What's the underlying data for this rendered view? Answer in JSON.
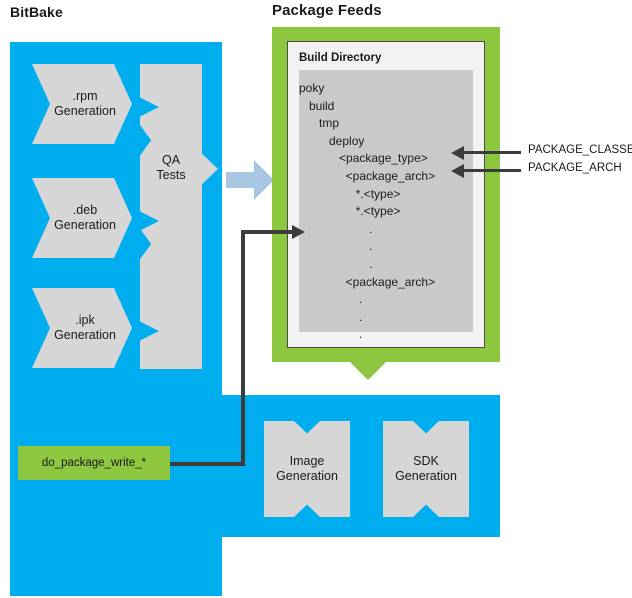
{
  "diagram": {
    "title_left": "BitBake",
    "title_right": "Package Feeds"
  },
  "bitbake": {
    "steps": [
      {
        "id": "rpm",
        "label": "Generation",
        "prefix": ".rpm"
      },
      {
        "id": "deb",
        "label": "Generation",
        "prefix": ".deb"
      },
      {
        "id": "ipk",
        "label": "Generation",
        "prefix": ".ipk"
      }
    ],
    "rpm_text": ".rpm\nGeneration",
    "deb_text": ".deb\nGeneration",
    "ipk_text": ".ipk\nGeneration",
    "qa_text": "QA\nTests",
    "task_label": "do_package_write_*"
  },
  "package_feeds": {
    "build_directory_label": "Build Directory",
    "tree": [
      {
        "text": "poky",
        "indent": 0,
        "kind": "dir"
      },
      {
        "text": "build",
        "indent": 1,
        "kind": "dir"
      },
      {
        "text": "tmp",
        "indent": 2,
        "kind": "dir"
      },
      {
        "text": "deploy",
        "indent": 3,
        "kind": "dir"
      },
      {
        "text": "<package_type>",
        "indent": 4,
        "kind": "dir"
      },
      {
        "text": "<package_arch>",
        "indent": 5,
        "kind": "dir"
      },
      {
        "text": "*.<type>",
        "indent": 6,
        "kind": "file"
      },
      {
        "text": "*.<type>",
        "indent": 6,
        "kind": "file"
      },
      {
        "text": ".",
        "indent": 6,
        "kind": "ellipsis"
      },
      {
        "text": ".",
        "indent": 6,
        "kind": "ellipsis"
      },
      {
        "text": ".",
        "indent": 6,
        "kind": "ellipsis"
      },
      {
        "text": "<package_arch>",
        "indent": 5,
        "kind": "dir"
      },
      {
        "text": ".",
        "indent": 5,
        "kind": "ellipsis"
      },
      {
        "text": ".",
        "indent": 5,
        "kind": "ellipsis"
      },
      {
        "text": ".",
        "indent": 5,
        "kind": "ellipsis"
      }
    ],
    "tree_text": "poky\n   build\n      tmp\n         deploy\n            <package_type>\n              <package_arch>\n                 *.<type>\n                 *.<type>\n                     .\n                     .\n                     .\n              <package_arch>\n                  .\n                  .\n                  ."
  },
  "callouts": [
    {
      "label": "PACKAGE_CLASSES",
      "targets": "<package_type>"
    },
    {
      "label": "PACKAGE_ARCH",
      "targets": "<package_arch>"
    }
  ],
  "callout_classes_label": "PACKAGE_CLASSES",
  "callout_arch_label": "PACKAGE_ARCH",
  "outputs": {
    "image_text": "Image\nGeneration",
    "sdk_text": "SDK\nGeneration"
  },
  "colors": {
    "bitbake_blue": "#00aeef",
    "package_green": "#8dc63f",
    "block_gray": "#d6d6d6",
    "listing_gray": "#c9c9c9",
    "panel_gray": "#f2f2f2",
    "arrow_light_blue": "#a8c6e2",
    "connector_dark": "#3c3c3c",
    "text_dark": "#1a1a1a"
  }
}
